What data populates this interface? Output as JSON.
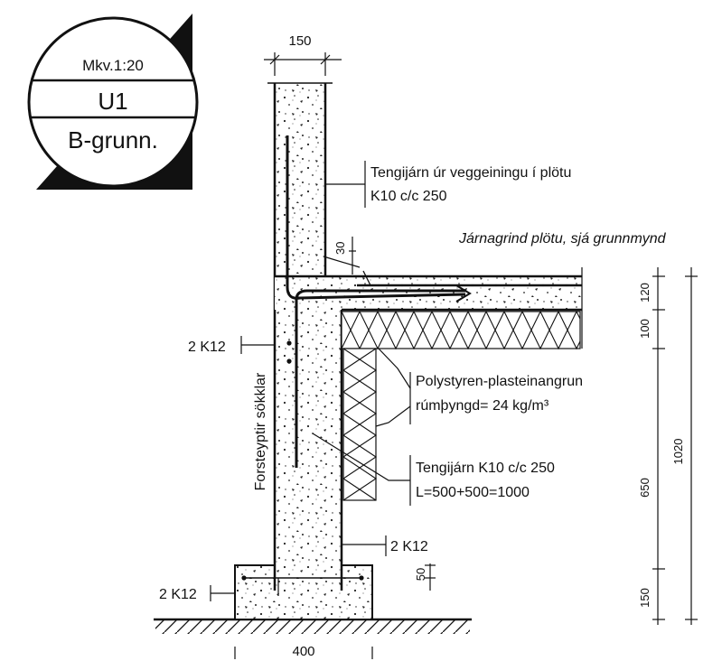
{
  "title_block": {
    "scale": "Mkv.1:20",
    "detail_id": "U1",
    "reference": "B-grunn."
  },
  "dimensions": {
    "wall_thickness": "150",
    "top_gap": "30",
    "slab_thickness": "120",
    "insulation_thickness": "100",
    "plinth_height": "650",
    "total_height": "1020",
    "footing_height": "150",
    "footing_width": "400",
    "footing_offset": "50"
  },
  "annotations": {
    "tie_bars_wall": "Tengijárn úr veggeiningu í plötu",
    "tie_bars_wall_spec": "K10 c/c 250",
    "slab_rebar": "Járnagrind plötu, sjá grunnmynd",
    "insulation": "Polystyren-plasteinangrun",
    "insulation_density": "rúmþyngd= 24 kg/m³",
    "tie_bars": "Tengijárn K10 c/c 250",
    "tie_bars_length": "L=500+500=1000",
    "plinth_label": "Forsteyptir sökklar",
    "rebar_upper": "2 K12",
    "rebar_mid": "2 K12",
    "rebar_footing": "2 K12"
  }
}
